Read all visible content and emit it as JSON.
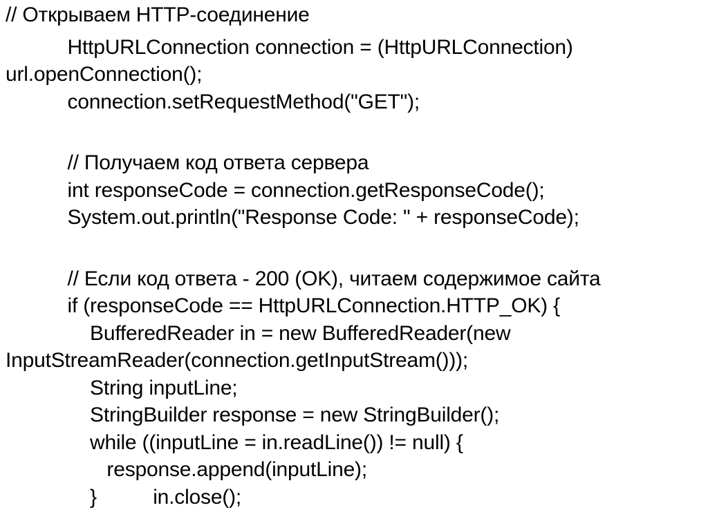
{
  "page": {
    "background_color": "#ffffff",
    "text_color": "#000000"
  },
  "code": {
    "language": "java",
    "lines": [
      "// Открываем HTTP-соединение",
      "           HttpURLConnection connection = (HttpURLConnection)",
      "url.openConnection();",
      "           connection.setRequestMethod(\"GET\");",
      "",
      "           // Получаем код ответа сервера",
      "           int responseCode = connection.getResponseCode();",
      "           System.out.println(\"Response Code: \" + responseCode);",
      "",
      "           // Если код ответа - 200 (OK), читаем содержимое сайта",
      "           if (responseCode == HttpURLConnection.HTTP_OK) {",
      "               BufferedReader in = new BufferedReader(new",
      "InputStreamReader(connection.getInputStream()));",
      "               String inputLine;",
      "               StringBuilder response = new StringBuilder();",
      "               while ((inputLine = in.readLine()) != null) {",
      "                  response.append(inputLine);",
      "               }          in.close();"
    ]
  }
}
